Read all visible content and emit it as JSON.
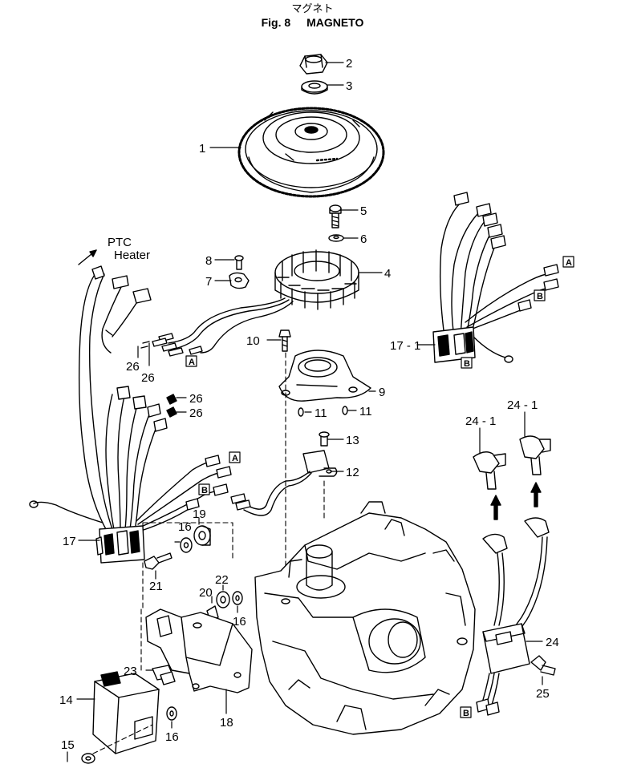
{
  "header": {
    "japanese_title": "マグネト",
    "fig_number": "Fig. 8",
    "fig_title": "MAGNETO"
  },
  "annotation": {
    "ptc_line1": "PTC",
    "ptc_line2": "Heater"
  },
  "box_letters": {
    "a": "A",
    "b": "B"
  },
  "callouts": {
    "c1": "1",
    "c2": "2",
    "c3": "3",
    "c4": "4",
    "c5": "5",
    "c6": "6",
    "c7": "7",
    "c8": "8",
    "c9": "9",
    "c10": "10",
    "c11": "11",
    "c12": "12",
    "c13": "13",
    "c14": "14",
    "c15": "15",
    "c16": "16",
    "c17": "17",
    "c17_1": "17 - 1",
    "c18": "18",
    "c19": "19",
    "c20": "20",
    "c21": "21",
    "c22": "22",
    "c23": "23",
    "c24": "24",
    "c24_1": "24 - 1",
    "c25": "25",
    "c26": "26"
  }
}
